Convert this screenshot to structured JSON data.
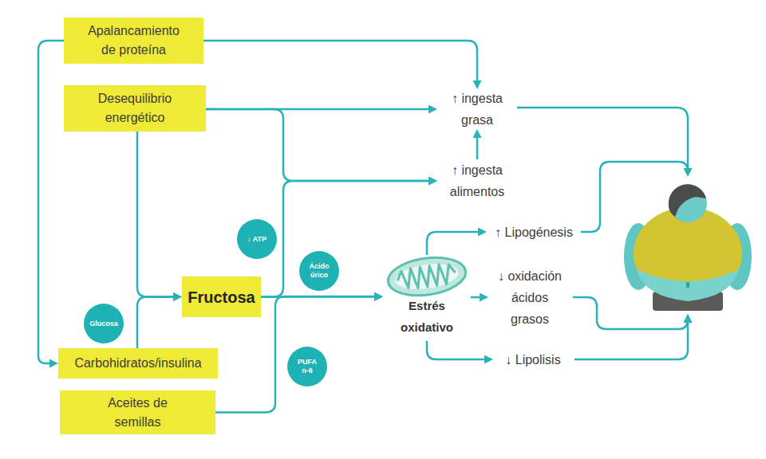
{
  "diagram": {
    "nodes": [
      {
        "text": [
          "Apalancamiento de proteína"
        ]
      },
      {
        "text": [
          "Desequilibrio energético"
        ]
      },
      {
        "text": [
          "↑ ingesta grasa"
        ]
      },
      {
        "text": [
          "↑ ingesta alimentos"
        ]
      },
      {
        "text": [
          "↑ Lipogénesis"
        ]
      },
      {
        "text": [
          "↓ ATP"
        ]
      },
      {
        "text": [
          "Ácido úrico"
        ]
      },
      {
        "text": [
          "Fructosa"
        ]
      },
      {
        "text": [
          "Estrés oxidativo"
        ]
      },
      {
        "text": [
          "↓ oxidación ácidos grasos"
        ]
      },
      {
        "text": [
          "Glucosa"
        ]
      },
      {
        "text": [
          "Carbohidratos/insulina"
        ]
      },
      {
        "text": [
          "PUFA n-6"
        ]
      },
      {
        "text": [
          "↓ Lipolisis"
        ]
      },
      {
        "text": [
          "Aceites de semillas"
        ]
      }
    ],
    "edges": [
      {
        "from": 0,
        "to": 2,
        "arrow": "to"
      },
      {
        "from": 0,
        "to": 11,
        "arrow": "to"
      },
      {
        "from": 1,
        "to": 2,
        "arrow": "to"
      },
      {
        "from": 1,
        "to": 3,
        "arrow": "to"
      },
      {
        "from": 1,
        "to": 7,
        "arrow": "to"
      },
      {
        "from": 7,
        "to": 3,
        "arrow": "to"
      },
      {
        "from": 3,
        "to": 2,
        "arrow": "to"
      },
      {
        "from": 11,
        "to": 7,
        "arrow": "to"
      },
      {
        "from": 7,
        "to": 8,
        "arrow": "to"
      },
      {
        "from": 14,
        "to": 8,
        "arrow": "to"
      },
      {
        "from": 8,
        "to": 4,
        "arrow": "to"
      },
      {
        "from": 8,
        "to": 9,
        "arrow": "to"
      },
      {
        "from": 8,
        "to": 13,
        "arrow": "to"
      }
    ]
  }
}
